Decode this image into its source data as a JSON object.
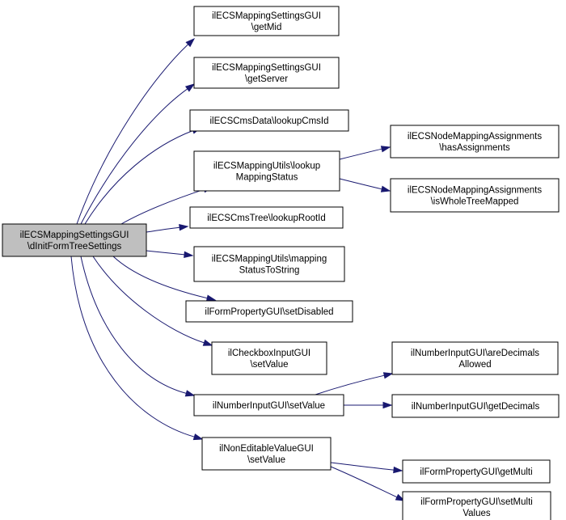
{
  "graph": {
    "colors": {
      "edge": "#191970",
      "node_fill": "#ffffff",
      "root_fill": "#bfbfbf",
      "border": "#000000"
    },
    "nodes": [
      {
        "id": "root",
        "lines": [
          "ilECSMappingSettingsGUI",
          "\\dInitFormTreeSettings"
        ],
        "highlight": true
      },
      {
        "id": "getMid",
        "lines": [
          "ilECSMappingSettingsGUI",
          "\\getMid"
        ]
      },
      {
        "id": "getServer",
        "lines": [
          "ilECSMappingSettingsGUI",
          "\\getServer"
        ]
      },
      {
        "id": "lookupCmsId",
        "lines": [
          "ilECSCmsData\\lookupCmsId"
        ]
      },
      {
        "id": "lookupMappingStatus",
        "lines": [
          "ilECSMappingUtils\\lookup",
          "MappingStatus"
        ]
      },
      {
        "id": "hasAssignments",
        "lines": [
          "ilECSNodeMappingAssignments",
          "\\hasAssignments"
        ]
      },
      {
        "id": "isWholeTreeMapped",
        "lines": [
          "ilECSNodeMappingAssignments",
          "\\isWholeTreeMapped"
        ]
      },
      {
        "id": "lookupRootId",
        "lines": [
          "ilECSCmsTree\\lookupRootId"
        ]
      },
      {
        "id": "mappingStatusToString",
        "lines": [
          "ilECSMappingUtils\\mapping",
          "StatusToString"
        ]
      },
      {
        "id": "setDisabled",
        "lines": [
          "ilFormPropertyGUI\\setDisabled"
        ]
      },
      {
        "id": "checkboxSetValue",
        "lines": [
          "ilCheckboxInputGUI",
          "\\setValue"
        ]
      },
      {
        "id": "numberSetValue",
        "lines": [
          "ilNumberInputGUI\\setValue"
        ]
      },
      {
        "id": "areDecimalsAllowed",
        "lines": [
          "ilNumberInputGUI\\areDecimals",
          "Allowed"
        ]
      },
      {
        "id": "getDecimals",
        "lines": [
          "ilNumberInputGUI\\getDecimals"
        ]
      },
      {
        "id": "nonEditableSetValue",
        "lines": [
          "ilNonEditableValueGUI",
          "\\setValue"
        ]
      },
      {
        "id": "getMulti",
        "lines": [
          "ilFormPropertyGUI\\getMulti"
        ]
      },
      {
        "id": "setMulti",
        "lines": [
          "ilFormPropertyGUI\\setMulti",
          "Values"
        ]
      }
    ],
    "edges": [
      {
        "from": "root",
        "to": "getMid"
      },
      {
        "from": "root",
        "to": "getServer"
      },
      {
        "from": "root",
        "to": "lookupCmsId"
      },
      {
        "from": "root",
        "to": "lookupMappingStatus"
      },
      {
        "from": "root",
        "to": "lookupRootId"
      },
      {
        "from": "root",
        "to": "mappingStatusToString"
      },
      {
        "from": "root",
        "to": "setDisabled"
      },
      {
        "from": "root",
        "to": "checkboxSetValue"
      },
      {
        "from": "root",
        "to": "numberSetValue"
      },
      {
        "from": "root",
        "to": "nonEditableSetValue"
      },
      {
        "from": "lookupMappingStatus",
        "to": "hasAssignments"
      },
      {
        "from": "lookupMappingStatus",
        "to": "isWholeTreeMapped"
      },
      {
        "from": "numberSetValue",
        "to": "areDecimalsAllowed"
      },
      {
        "from": "numberSetValue",
        "to": "getDecimals"
      },
      {
        "from": "nonEditableSetValue",
        "to": "getMulti"
      },
      {
        "from": "nonEditableSetValue",
        "to": "setMulti"
      }
    ]
  }
}
